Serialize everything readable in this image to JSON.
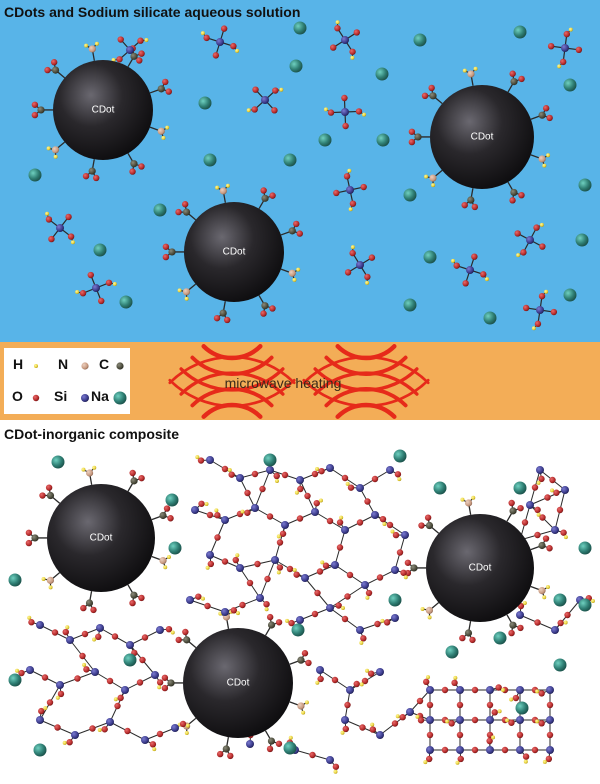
{
  "top_title": "CDots and Sodium silicate aqueous solution",
  "bottom_title": "CDot-inorganic composite",
  "process_label": "microwave heating",
  "particle_label": "CDot",
  "legend": [
    {
      "symbol": "H",
      "color": "#e8d23a"
    },
    {
      "symbol": "N",
      "color": "#c89a80"
    },
    {
      "symbol": "C",
      "color": "#4a4a3a"
    },
    {
      "symbol": "O",
      "color": "#b52a2a"
    },
    {
      "symbol": "Si",
      "color": "#3a3a8a"
    },
    {
      "symbol": "Na",
      "color": "#2f7f74"
    }
  ],
  "colors": {
    "solution": "#58b4e8",
    "band": "#f3ad57",
    "wave": "#e62a1a",
    "cdot": "#1c1a1e"
  }
}
